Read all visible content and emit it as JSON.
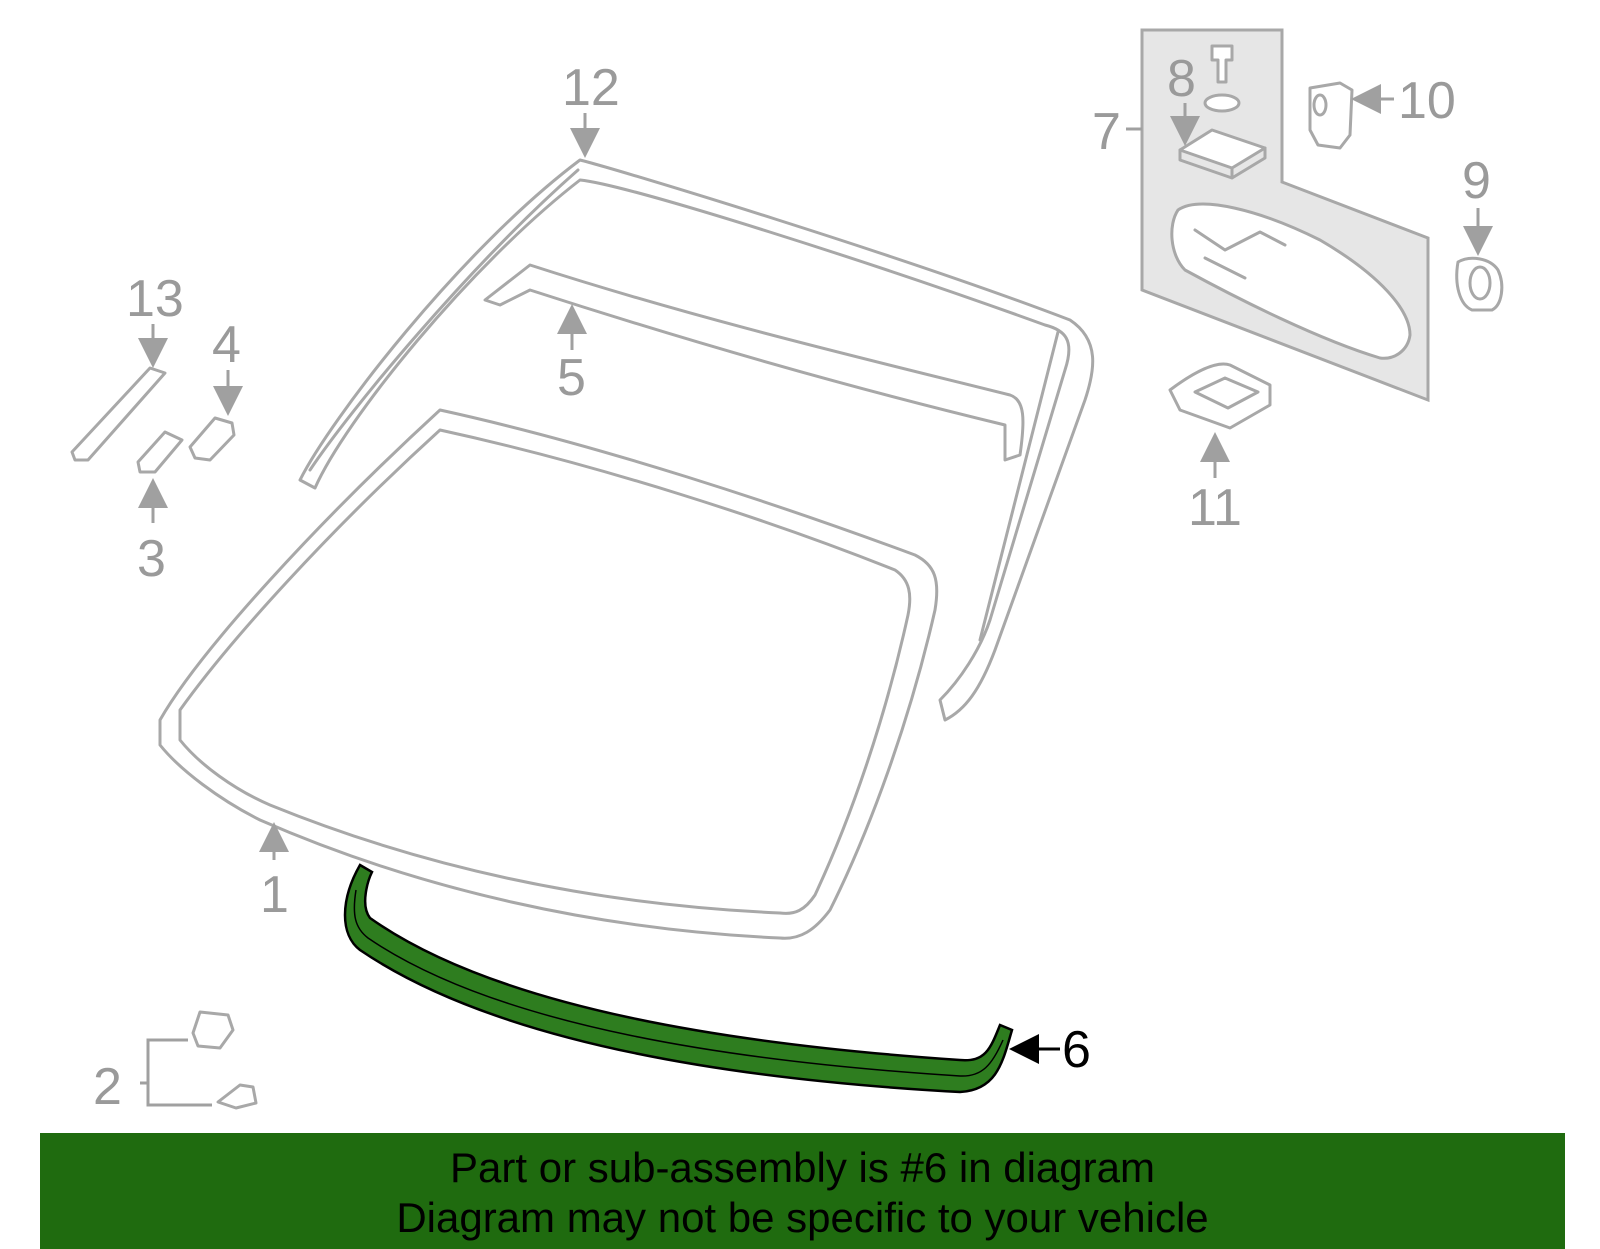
{
  "callouts": {
    "c1": "1",
    "c2": "2",
    "c3": "3",
    "c4": "4",
    "c5": "5",
    "c6": "6",
    "c7": "7",
    "c8": "8",
    "c9": "9",
    "c10": "10",
    "c11": "11",
    "c12": "12",
    "c13": "13"
  },
  "highlighted_part": "6",
  "banner": {
    "line1": "Part or sub-assembly is #6 in diagram",
    "line2": "Diagram may not be specific to your vehicle"
  },
  "colors": {
    "highlight_part": "#2e7d1f",
    "banner_background": "#1f6b0f",
    "parts_stroke": "#a8a8a8",
    "callout_text": "#9a9a9a"
  }
}
